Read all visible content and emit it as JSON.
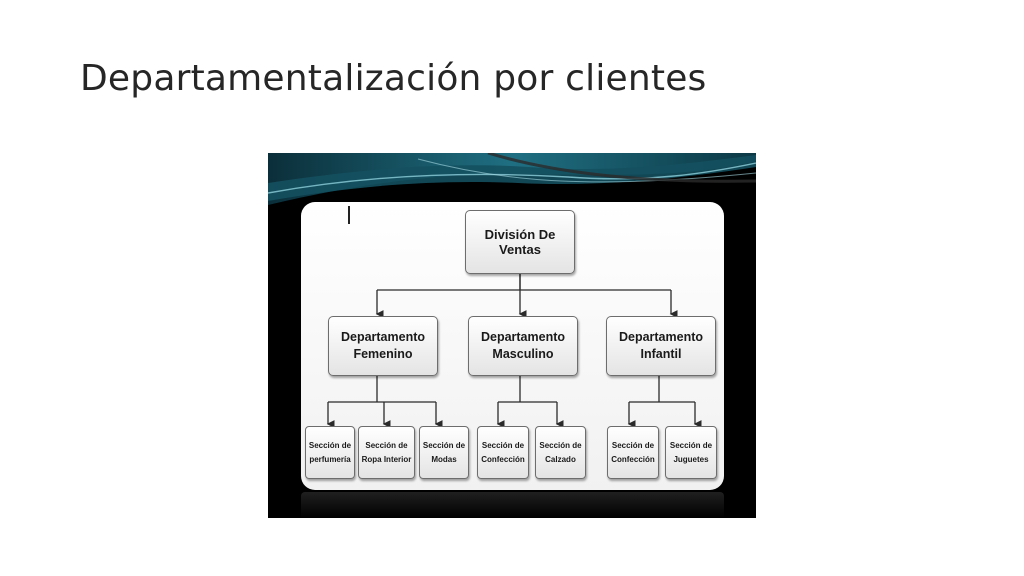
{
  "slide": {
    "title": "Departamentalización por clientes"
  },
  "org_chart": {
    "root": {
      "label": "División De Ventas"
    },
    "departments": [
      {
        "label_line1": "Departamento",
        "label_line2": "Femenino",
        "sections": [
          {
            "line1": "Sección de",
            "line2": "perfumería"
          },
          {
            "line1": "Sección de",
            "line2": "Ropa Interior"
          },
          {
            "line1": "Sección de",
            "line2": "Modas"
          }
        ]
      },
      {
        "label_line1": "Departamento",
        "label_line2": "Masculino",
        "sections": [
          {
            "line1": "Sección de",
            "line2": "Confección"
          },
          {
            "line1": "Sección de",
            "line2": "Calzado"
          }
        ]
      },
      {
        "label_line1": "Departamento",
        "label_line2": "Infantil",
        "sections": [
          {
            "line1": "Sección de",
            "line2": "Confección"
          },
          {
            "line1": "Sección de",
            "line2": "Juguetes"
          }
        ]
      }
    ]
  },
  "colors": {
    "picture_background": "#000000",
    "wave_teal": "#1f6f82",
    "wave_light": "#7fc6d3",
    "box_border": "#6d6d6d",
    "connector": "#2b2b2b"
  }
}
